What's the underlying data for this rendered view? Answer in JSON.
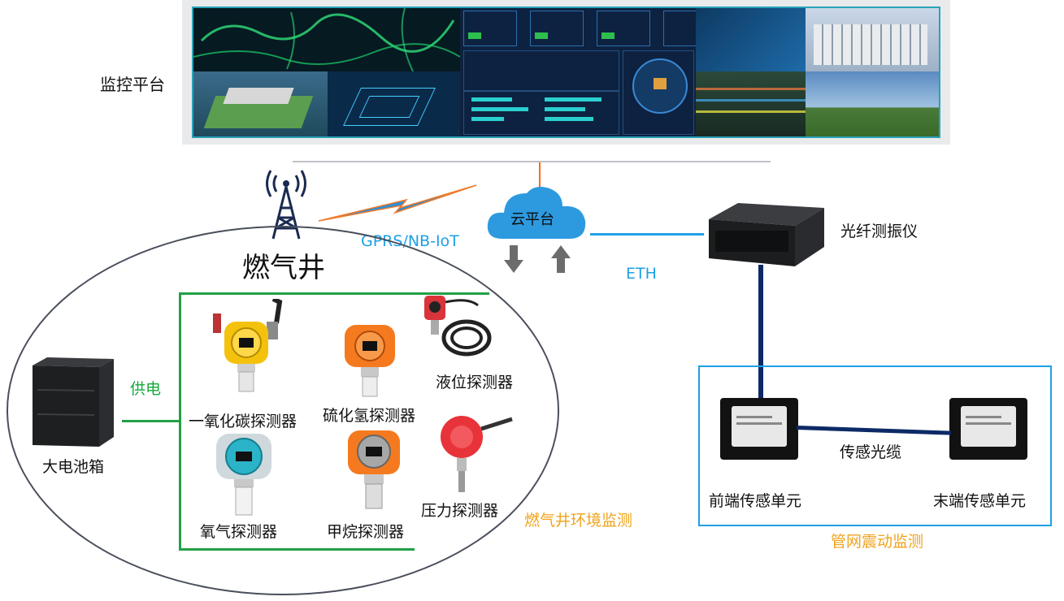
{
  "monitor_platform": {
    "label": "监控平台"
  },
  "gas_well": {
    "title": "燃气井"
  },
  "network": {
    "wireless_label": "GPRS/NB-IoT",
    "eth_label": "ETH"
  },
  "cloud": {
    "label": "云平台"
  },
  "power": {
    "label": "供电",
    "battery_label": "大电池箱"
  },
  "detectors": {
    "co": "一氧化碳探测器",
    "h2s": "硫化氢探测器",
    "liquid": "液位探测器",
    "o2": "氧气探测器",
    "ch4": "甲烷探测器",
    "pressure": "压力探测器"
  },
  "env_monitor_label": "燃气井环境监测",
  "fiber": {
    "vibrometer_label": "光纤测振仪",
    "cable_label": "传感光缆",
    "front_unit_label": "前端传感单元",
    "end_unit_label": "末端传感单元",
    "pipe_monitor_label": "管网震动监测"
  },
  "colors": {
    "accent_blue": "#1ea0e6",
    "accent_green": "#13a83c",
    "accent_orange": "#f0a31c",
    "fiber_navy": "#0d2a66"
  }
}
